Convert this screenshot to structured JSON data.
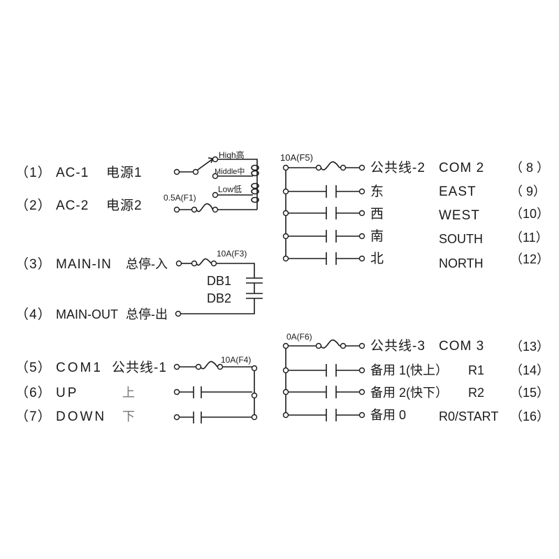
{
  "diagram": {
    "type": "wiring-diagram",
    "left_terminals": [
      {
        "num": "（1）",
        "code": "AC-1",
        "cn": "电源1"
      },
      {
        "num": "（2）",
        "code": "AC-2",
        "cn": "电源2"
      },
      {
        "num": "（3）",
        "code": "MAIN-IN",
        "cn": "总停-入"
      },
      {
        "num": "（4）",
        "code": "MAIN-OUT",
        "cn": "总停-出"
      },
      {
        "num": "（5）",
        "code": "COM1",
        "cn": "公共线-1"
      },
      {
        "num": "（6）",
        "code": "UP",
        "cn": "上"
      },
      {
        "num": "（7）",
        "code": "DOWN",
        "cn": "下"
      }
    ],
    "power_selector": {
      "taps": [
        "High高",
        "Middle中",
        "Low低"
      ],
      "fuse": "0.5A(F1)"
    },
    "stop_circuit": {
      "fuse": "10A(F3)",
      "contacts": [
        "DB1",
        "DB2"
      ]
    },
    "com1_circuit": {
      "fuse": "10A(F4)"
    },
    "group2": {
      "fuse": "10A(F5)",
      "rows": [
        {
          "cn": "公共线-2",
          "en": "COM 2",
          "num": "（ 8 ）"
        },
        {
          "cn": "东",
          "en": "EAST",
          "num": "（ 9）"
        },
        {
          "cn": "西",
          "en": "WEST",
          "num": "（10）"
        },
        {
          "cn": "南",
          "en": "SOUTH",
          "num": "（11）"
        },
        {
          "cn": "北",
          "en": "NORTH",
          "num": "（12）"
        }
      ]
    },
    "group3": {
      "fuse": "0A(F6)",
      "rows": [
        {
          "cn": "公共线-3",
          "en": "COM 3",
          "num": "（13）"
        },
        {
          "cn": "备用 1(快上）",
          "en": "R1",
          "num": "（14）"
        },
        {
          "cn": "备用 2(快下）",
          "en": "R2",
          "num": "（15）"
        },
        {
          "cn": "备用 0",
          "en": "R0/START",
          "num": "（16）"
        }
      ]
    }
  }
}
